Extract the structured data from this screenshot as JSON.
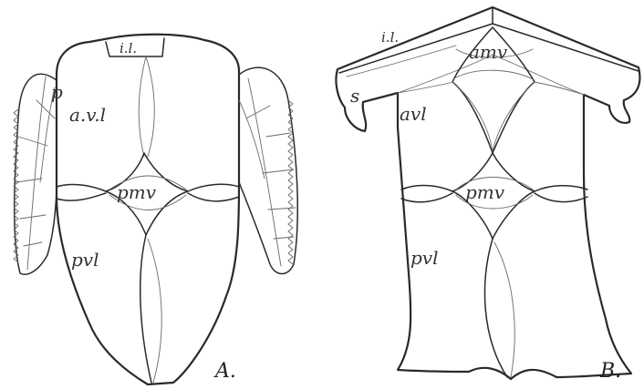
{
  "figure_a": {
    "caption": "A.",
    "labels": {
      "il": "i.l.",
      "p": "p",
      "avl": "a.v.l",
      "pmv": "pmv",
      "pvl": "pvl"
    }
  },
  "figure_b": {
    "caption": "B.",
    "labels": {
      "il": "i.l.",
      "amv": "amv",
      "s": "s",
      "avl": "avl",
      "pmv": "pmv",
      "pvl": "pvl"
    }
  },
  "colors": {
    "ink": "#2a2a2a",
    "paper": "#ffffff"
  }
}
